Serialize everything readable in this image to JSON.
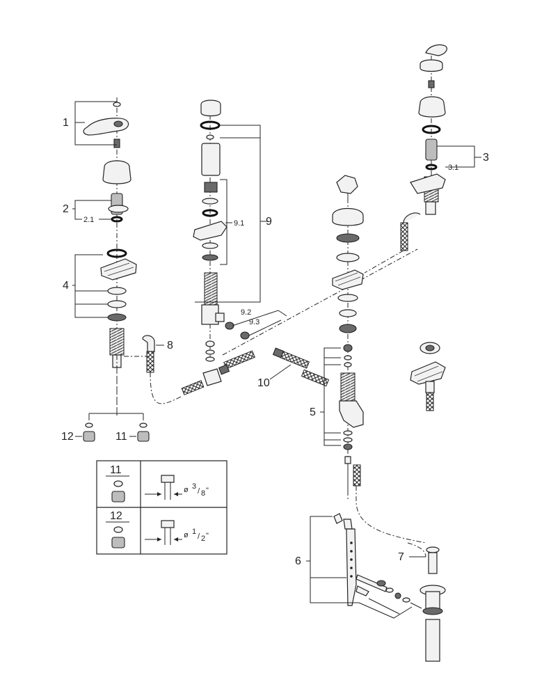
{
  "callouts": {
    "c1": "1",
    "c2": "2",
    "c2_1": "2.1",
    "c3": "3",
    "c3_1": "3.1",
    "c4": "4",
    "c5": "5",
    "c6": "6",
    "c7": "7",
    "c8": "8",
    "c9": "9",
    "c9_1": "9.1",
    "c9_2": "9.2",
    "c9_3": "9.3",
    "c10": "10",
    "c11": "11",
    "c12": "12"
  },
  "legend": {
    "row11": {
      "number": "11",
      "diameter_symbol": "ø",
      "fraction_num": "3",
      "fraction_den": "8",
      "unit": "\""
    },
    "row12": {
      "number": "12",
      "diameter_symbol": "ø",
      "fraction_num": "1",
      "fraction_den": "2",
      "unit": "\""
    }
  }
}
